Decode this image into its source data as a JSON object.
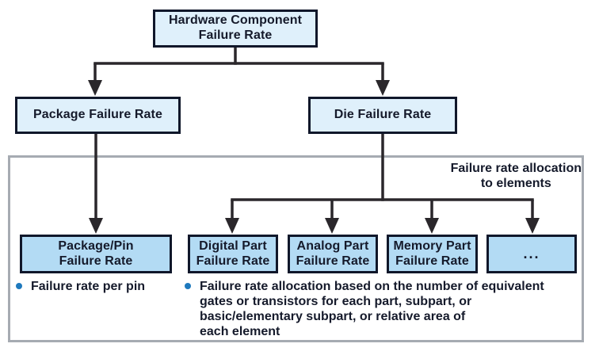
{
  "nodes": {
    "root": {
      "lines": [
        "Hardware Component",
        "Failure Rate"
      ]
    },
    "package": {
      "label": "Package Failure Rate"
    },
    "die": {
      "label": "Die Failure Rate"
    },
    "package_pin": {
      "lines": [
        "Package/Pin",
        "Failure Rate"
      ]
    },
    "digital": {
      "lines": [
        "Digital Part",
        "Failure Rate"
      ]
    },
    "analog": {
      "lines": [
        "Analog Part",
        "Failure Rate"
      ]
    },
    "memory": {
      "lines": [
        "Memory Part",
        "Failure Rate"
      ]
    },
    "ellipsis": {
      "label": "..."
    }
  },
  "annotations": {
    "allocation_note": {
      "lines": [
        "Failure rate allocation",
        "to elements"
      ]
    },
    "bullet_pin": {
      "text": "Failure rate per pin"
    },
    "bullet_allocation": {
      "lines": [
        "Failure rate allocation based on the number of equivalent",
        "gates or transistors for each part, subpart, or",
        "basic/elementary subpart, or relative area of",
        "each element"
      ]
    }
  },
  "colors": {
    "box_fill_light": "#dff0fb",
    "box_fill_medium": "#b3dbf4",
    "box_border": "#10172a",
    "connector_line": "#2a272b",
    "frame_border": "#a6abb2",
    "bullet_dot": "#1e79bd",
    "text": "#151a2b",
    "background": "#ffffff"
  }
}
